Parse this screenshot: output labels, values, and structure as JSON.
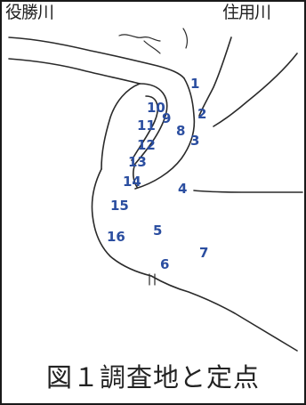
{
  "labels": {
    "river_left": "役勝川",
    "river_right": "住用川"
  },
  "caption": "図１調査地と定点",
  "colors": {
    "point": "#2b4ea0",
    "line": "#2a2a2a",
    "text": "#222222"
  },
  "stations": [
    "1",
    "2",
    "3",
    "4",
    "5",
    "6",
    "7",
    "8",
    "9",
    "10",
    "11",
    "12",
    "13",
    "14",
    "15",
    "16"
  ]
}
